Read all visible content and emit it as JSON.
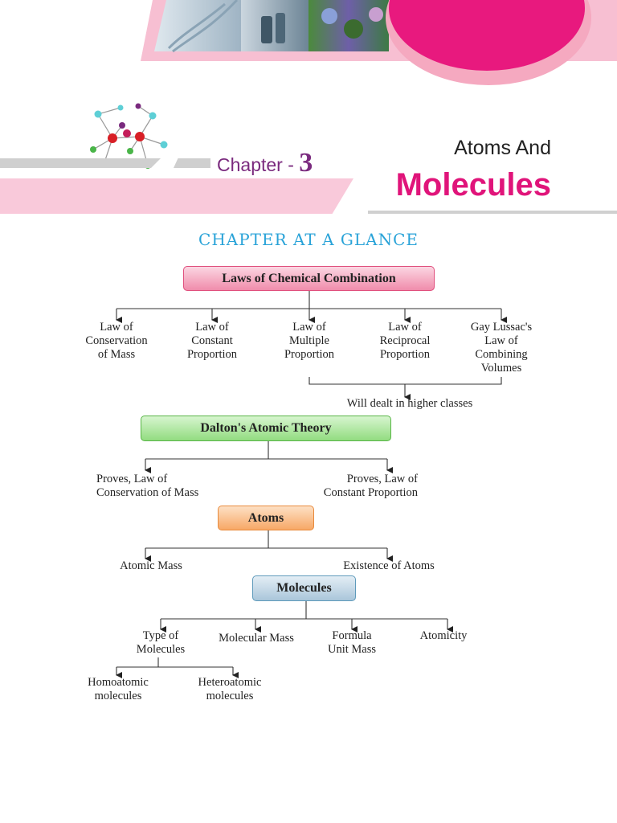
{
  "header": {
    "chapter_prefix": "Chapter -",
    "chapter_number": "3",
    "title_line1": "Atoms And",
    "title_line2": "Molecules"
  },
  "glance_heading": "CHAPTER AT A GLANCE",
  "flowchart": {
    "laws": {
      "title": "Laws of Chemical Combination",
      "items": [
        {
          "line1": "Law of",
          "line2": "Conservation",
          "line3": "of Mass",
          "line4": ""
        },
        {
          "line1": "Law of",
          "line2": "Constant",
          "line3": "Proportion",
          "line4": ""
        },
        {
          "line1": "Law of",
          "line2": "Multiple",
          "line3": "Proportion",
          "line4": ""
        },
        {
          "line1": "Law of",
          "line2": "Reciprocal",
          "line3": "Proportion",
          "line4": ""
        },
        {
          "line1": "Gay Lussac's",
          "line2": "Law of",
          "line3": "Combining",
          "line4": "Volumes"
        }
      ],
      "note": "Will dealt in higher classes"
    },
    "dalton": {
      "title": "Dalton's Atomic Theory",
      "left_line1": "Proves, Law of",
      "left_line2": "Conservation of Mass",
      "right_line1": "Proves, Law of",
      "right_line2": "Constant Proportion"
    },
    "atoms": {
      "title": "Atoms",
      "left": "Atomic Mass",
      "right": "Existence of Atoms"
    },
    "molecules": {
      "title": "Molecules",
      "items": [
        {
          "line1": "Type of",
          "line2": "Molecules"
        },
        {
          "line1": "Molecular Mass",
          "line2": ""
        },
        {
          "line1": "Formula",
          "line2": "Unit Mass"
        },
        {
          "line1": "Atomicity",
          "line2": ""
        }
      ],
      "types": [
        {
          "line1": "Homoatomic",
          "line2": "molecules"
        },
        {
          "line1": "Heteroatomic",
          "line2": "molecules"
        }
      ]
    }
  },
  "colors": {
    "accent_pink": "#e0147a",
    "chapter_purple": "#7a2a7e",
    "glance_blue": "#2aa3d8"
  },
  "icons": {
    "header_images": "dna-microscope-plants-photo-strip",
    "molecule": "molecule-model-icon"
  }
}
